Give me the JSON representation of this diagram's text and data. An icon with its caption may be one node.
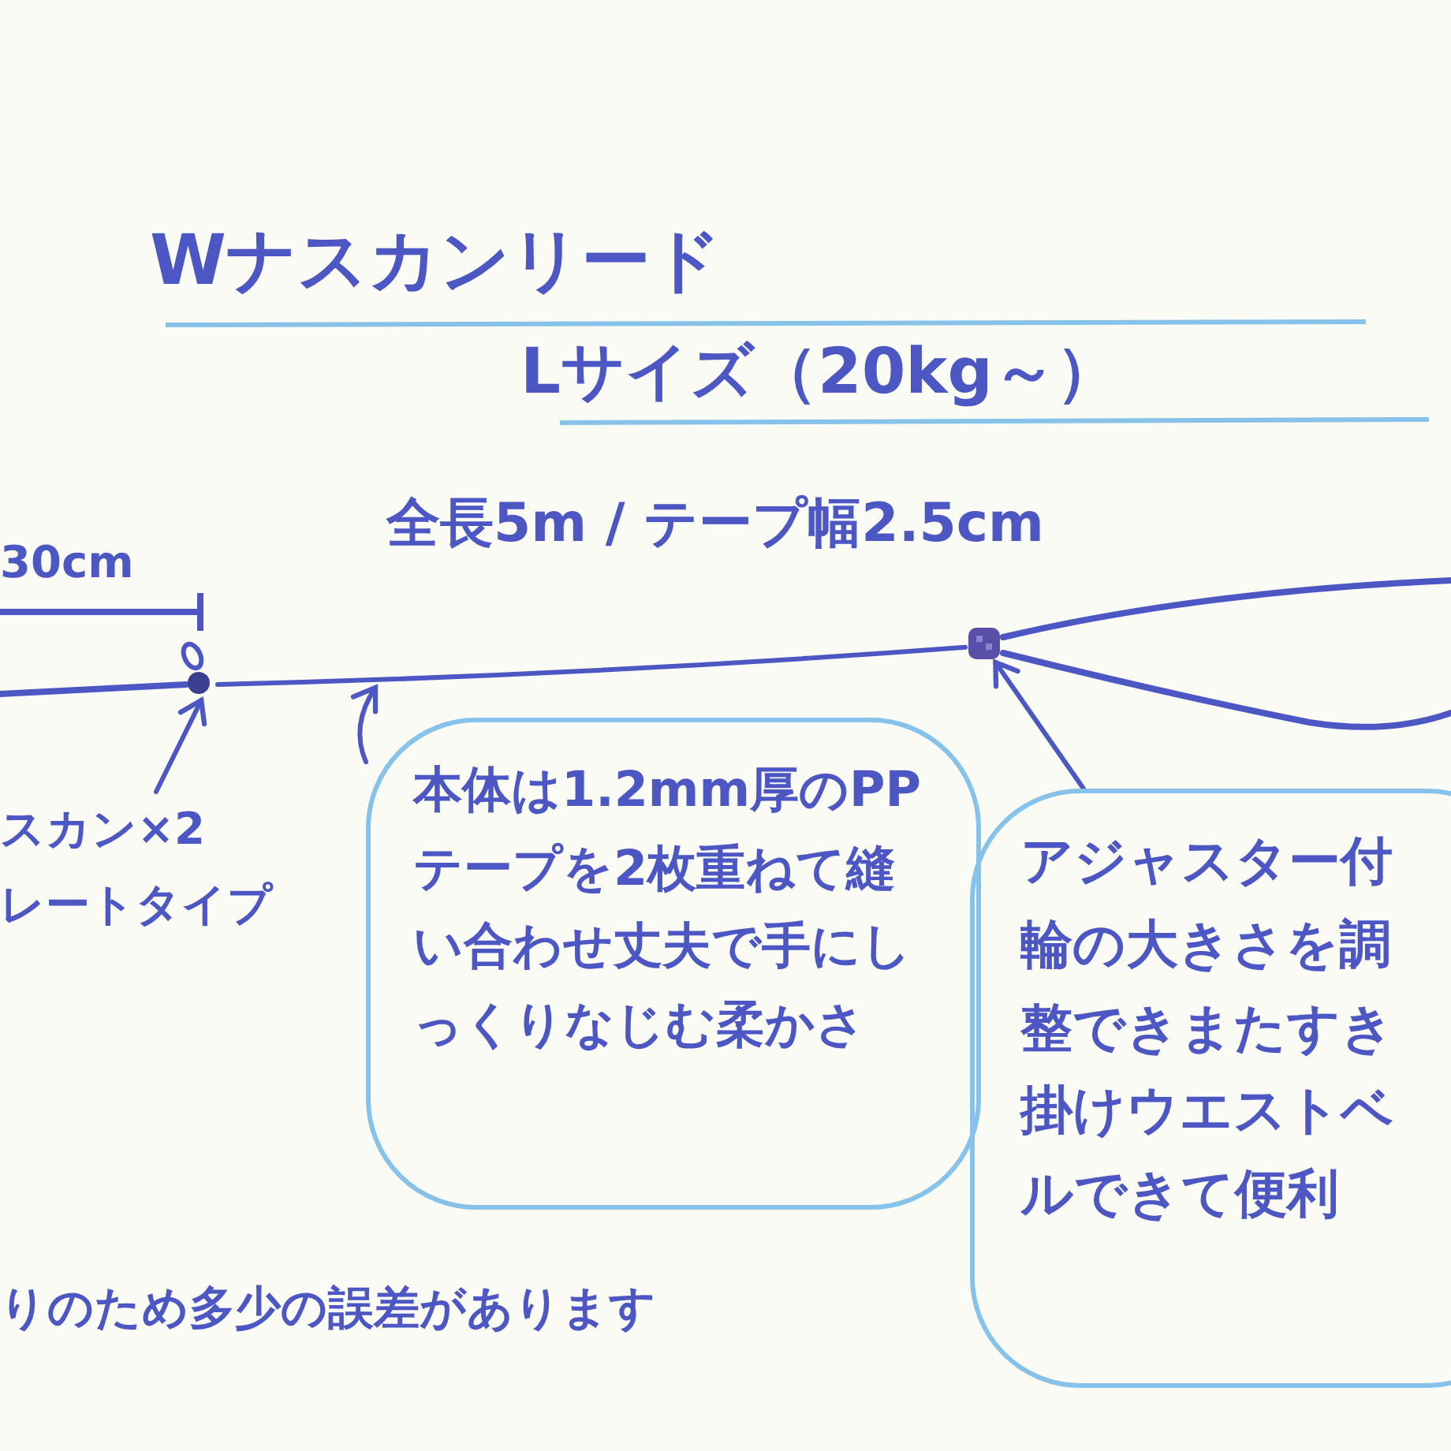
{
  "diagram": {
    "title": "Wナスカンリード",
    "nodes": [
      {
        "text": [
          "本体は1.2mm厚のPPテープを2枚重ねて縫い合わせ丈夫で手にしっくりなじむ柔かさ"
        ]
      },
      {
        "text": [
          "アジャスター付輪の大きさを調整できまたすき掛けウエストベルできて便利"
        ]
      },
      {
        "text": [
          "スカン×2",
          "レートタイプ"
        ]
      },
      {
        "text": [],
        "shape": "circle"
      },
      {
        "text": [],
        "shape": "box"
      }
    ],
    "edges": [
      {
        "from": 2,
        "to": 3,
        "arrow": "to"
      },
      {
        "from": 0,
        "to": null,
        "arrow": "to"
      },
      {
        "from": 1,
        "to": 4,
        "arrow": "to"
      },
      {
        "from": 3,
        "to": 4,
        "arrow": "none"
      }
    ],
    "labels": [
      "Lサイズ（20kg～）",
      "全長5m / テープ幅2.5cm",
      "30cm",
      "りのため多少の誤差があります"
    ]
  }
}
